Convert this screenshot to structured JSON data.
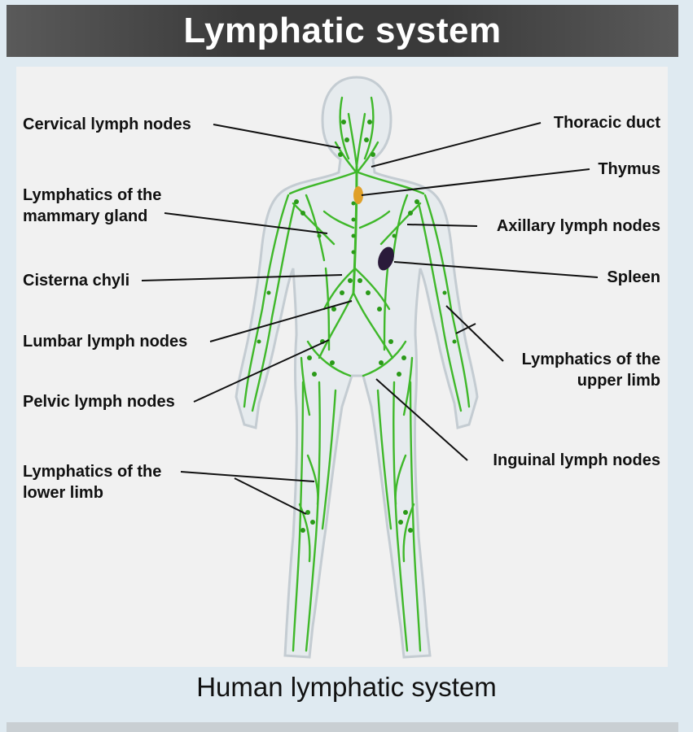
{
  "title": "Lymphatic system",
  "caption": "Human lymphatic system",
  "labels": {
    "cervical": "Cervical lymph nodes",
    "mammary_1": "Lymphatics of the",
    "mammary_2": "mammary gland",
    "cisterna": "Cisterna chyli",
    "lumbar": "Lumbar lymph nodes",
    "pelvic": "Pelvic lymph nodes",
    "lower_1": "Lymphatics of the",
    "lower_2": "lower limb",
    "thoracic": "Thoracic duct",
    "thymus": "Thymus",
    "axillary": "Axillary lymph nodes",
    "spleen": "Spleen",
    "upper_1": "Lymphatics of the",
    "upper_2": "upper limb",
    "inguinal": "Inguinal lymph nodes"
  },
  "colors": {
    "lymph": "#3fb82a",
    "node": "#2a9a18",
    "thymus": "#e0a028",
    "spleen": "#2a1a3a",
    "body_fill": "#e6ebee",
    "body_outline": "#c4ccd2"
  }
}
